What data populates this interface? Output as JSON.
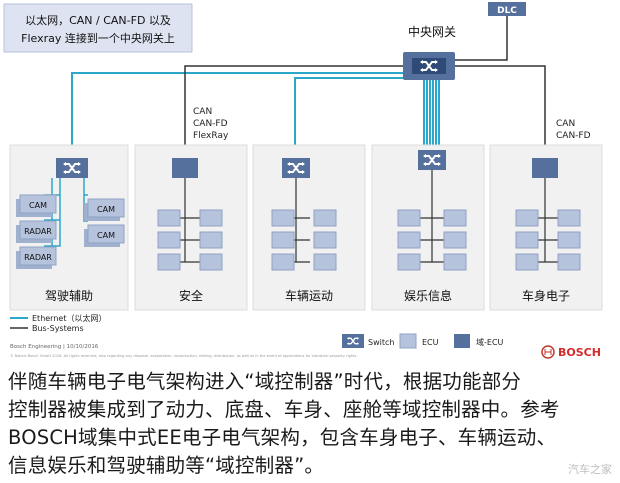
{
  "callout": {
    "line1": "以太网，CAN / CAN-FD 以及",
    "line2": "Flexray 连接到一个中央网关上"
  },
  "central_gateway_label": "中央网关",
  "dlc_label": "DLC",
  "bus_labels": {
    "safety_line1": "CAN",
    "safety_line2": "CAN-FD",
    "safety_line3": "FlexRay",
    "body_line1": "CAN",
    "body_line2": "CAN-FD"
  },
  "domains": [
    {
      "label": "驾驶辅助"
    },
    {
      "label": "安全"
    },
    {
      "label": "车辆运动"
    },
    {
      "label": "娱乐信息"
    },
    {
      "label": "车身电子"
    }
  ],
  "adas_ecus": [
    "CAM",
    "RADAR",
    "RADAR",
    "CAM",
    "CAM"
  ],
  "legend": {
    "ethernet": "Ethernet（以太网）",
    "bus": "Bus-Systems",
    "switch": "Switch",
    "ecu": "ECU",
    "domain_ecu": "域-ECU",
    "footer1": "Bosch Engineering | 10/10/2016",
    "footer2": "© Robert Bosch GmbH 2016. All rights reserved, also regarding any disposal, exploitation, reproduction, editing, distribution, as well as in the event of applications for industrial property rights.",
    "brand": "BOSCH"
  },
  "colors": {
    "ethernet": "#2aa7c9",
    "bus": "#333333",
    "domain_ecu": "#6f8bb3",
    "ecu": "#b6c3dc",
    "panel": "#f1f1f1"
  },
  "caption": {
    "line1": "伴随车辆电子电气架构进入“域控制器”时代，根据功能部分",
    "line2": "控制器被集成到了动力、底盘、车身、座舱等域控制器中。参考",
    "line3": "BOSCH域集中式EE电子电气架构，包含车身电子、车辆运动、",
    "line4": "信息娱乐和驾驶辅助等“域控制器”。"
  },
  "watermark": "汽车之家"
}
